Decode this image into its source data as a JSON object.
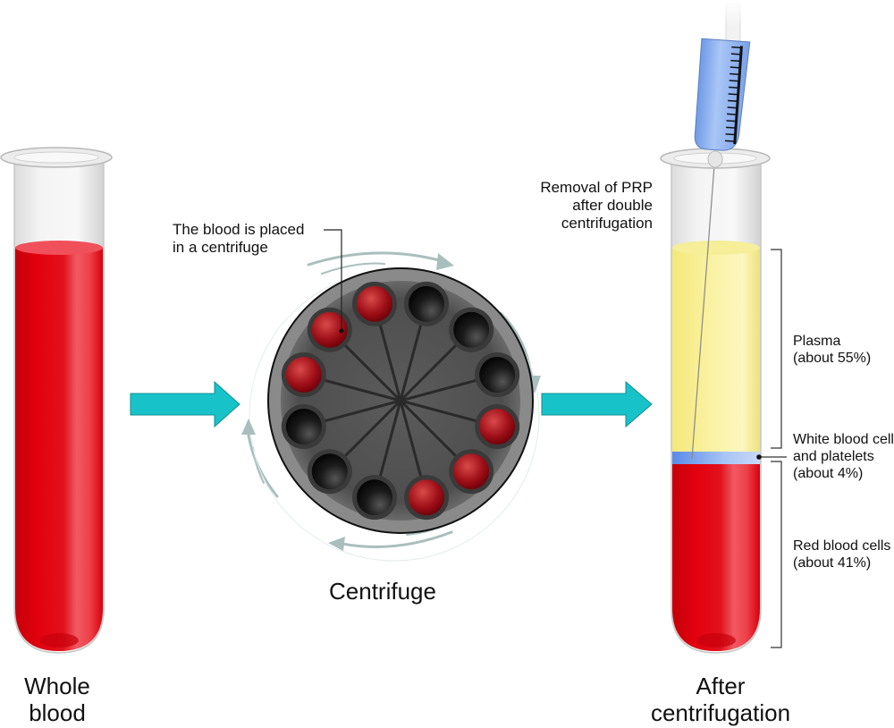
{
  "title": "Platelet-rich plasma preparation by centrifugation",
  "labels": {
    "whole_blood_line1": "Whole",
    "whole_blood_line2": "blood",
    "centrifuge": "Centrifuge",
    "after_line1": "After",
    "after_line2": "centrifugation",
    "blood_placed_line1": "The blood is placed",
    "blood_placed_line2": "in a centrifuge",
    "removal_line1": "Removal of PRP",
    "removal_line2": "after double",
    "removal_line3": "centrifugation"
  },
  "layers": [
    {
      "name": "Plasma",
      "line1": "Plasma",
      "line2": "(about 55%)",
      "percent": 55,
      "color": "#f8ec8a"
    },
    {
      "name": "White blood cells and platelets",
      "line1": "White blood cells",
      "line2": "and platelets",
      "line3": "(about 4%)",
      "percent": 4,
      "color": "#7aa6f0"
    },
    {
      "name": "Red blood cells",
      "line1": "Red blood cells",
      "line2": "(about 41%)",
      "percent": 41,
      "color": "#e0000c"
    }
  ],
  "centrifuge": {
    "slots": [
      "red",
      "black",
      "black",
      "black",
      "red",
      "red",
      "red",
      "black",
      "black",
      "black",
      "red",
      "red"
    ]
  },
  "colors": {
    "arrow": "#17c3c8",
    "blood": "#e00010",
    "rotor": "#5a5a5a",
    "rotation_arrows": "#a9bfbd",
    "syringe": "#8fb4ee"
  },
  "icons": {
    "arrow_1": "right-arrow-icon",
    "arrow_2": "right-arrow-icon",
    "syringe": "syringe-icon"
  }
}
